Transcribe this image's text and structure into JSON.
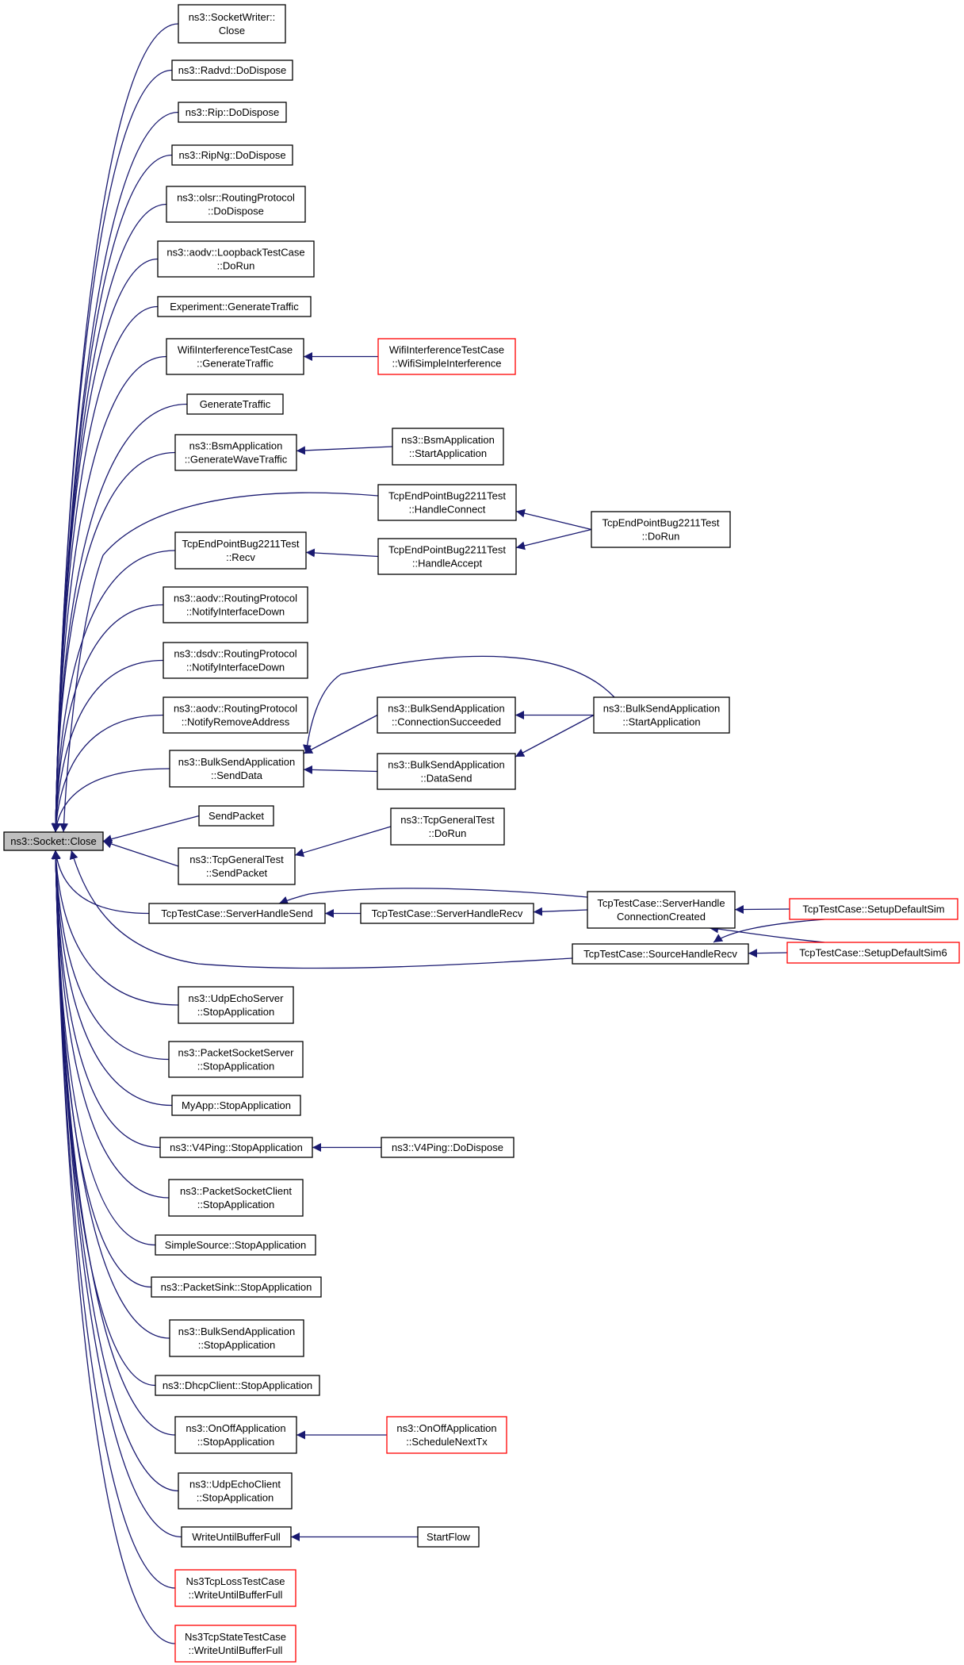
{
  "root": {
    "id": "root",
    "lines": [
      "ns3::Socket::Close"
    ],
    "style": "root"
  },
  "callers": [
    {
      "id": "n1",
      "lines": [
        "ns3::SocketWriter::",
        "Close"
      ]
    },
    {
      "id": "n2",
      "lines": [
        "ns3::Radvd::DoDispose"
      ]
    },
    {
      "id": "n3",
      "lines": [
        "ns3::Rip::DoDispose"
      ]
    },
    {
      "id": "n4",
      "lines": [
        "ns3::RipNg::DoDispose"
      ]
    },
    {
      "id": "n5",
      "lines": [
        "ns3::olsr::RoutingProtocol",
        "::DoDispose"
      ]
    },
    {
      "id": "n6",
      "lines": [
        "ns3::aodv::LoopbackTestCase",
        "::DoRun"
      ]
    },
    {
      "id": "n7",
      "lines": [
        "Experiment::GenerateTraffic"
      ]
    },
    {
      "id": "n8",
      "lines": [
        "WifiInterferenceTestCase",
        "::GenerateTraffic"
      ]
    },
    {
      "id": "n9",
      "lines": [
        "GenerateTraffic"
      ]
    },
    {
      "id": "n10",
      "lines": [
        "ns3::BsmApplication",
        "::GenerateWaveTraffic"
      ]
    },
    {
      "id": "n11",
      "lines": [
        "TcpEndPointBug2211Test",
        "::HandleConnect"
      ]
    },
    {
      "id": "n12",
      "lines": [
        "TcpEndPointBug2211Test",
        "::Recv"
      ]
    },
    {
      "id": "n13",
      "lines": [
        "ns3::aodv::RoutingProtocol",
        "::NotifyInterfaceDown"
      ]
    },
    {
      "id": "n14",
      "lines": [
        "ns3::dsdv::RoutingProtocol",
        "::NotifyInterfaceDown"
      ]
    },
    {
      "id": "n15",
      "lines": [
        "ns3::aodv::RoutingProtocol",
        "::NotifyRemoveAddress"
      ]
    },
    {
      "id": "n16",
      "lines": [
        "ns3::BulkSendApplication",
        "::SendData"
      ]
    },
    {
      "id": "n17",
      "lines": [
        "SendPacket"
      ]
    },
    {
      "id": "n18",
      "lines": [
        "ns3::TcpGeneralTest",
        "::SendPacket"
      ]
    },
    {
      "id": "n19",
      "lines": [
        "TcpTestCase::ServerHandleSend"
      ]
    },
    {
      "id": "n20",
      "lines": [
        "TcpTestCase::SourceHandleRecv"
      ]
    },
    {
      "id": "n21",
      "lines": [
        "ns3::UdpEchoServer",
        "::StopApplication"
      ]
    },
    {
      "id": "n22",
      "lines": [
        "ns3::PacketSocketServer",
        "::StopApplication"
      ]
    },
    {
      "id": "n23",
      "lines": [
        "MyApp::StopApplication"
      ]
    },
    {
      "id": "n24",
      "lines": [
        "ns3::V4Ping::StopApplication"
      ]
    },
    {
      "id": "n25",
      "lines": [
        "ns3::PacketSocketClient",
        "::StopApplication"
      ]
    },
    {
      "id": "n26",
      "lines": [
        "SimpleSource::StopApplication"
      ]
    },
    {
      "id": "n27",
      "lines": [
        "ns3::PacketSink::StopApplication"
      ]
    },
    {
      "id": "n28",
      "lines": [
        "ns3::BulkSendApplication",
        "::StopApplication"
      ]
    },
    {
      "id": "n29",
      "lines": [
        "ns3::DhcpClient::StopApplication"
      ]
    },
    {
      "id": "n30",
      "lines": [
        "ns3::OnOffApplication",
        "::StopApplication"
      ]
    },
    {
      "id": "n31",
      "lines": [
        "ns3::UdpEchoClient",
        "::StopApplication"
      ]
    },
    {
      "id": "n32",
      "lines": [
        "WriteUntilBufferFull"
      ]
    },
    {
      "id": "n33",
      "lines": [
        "Ns3TcpLossTestCase",
        "::WriteUntilBufferFull"
      ],
      "style": "red"
    },
    {
      "id": "n34",
      "lines": [
        "Ns3TcpStateTestCase",
        "::WriteUntilBufferFull"
      ],
      "style": "red"
    }
  ],
  "others": [
    {
      "id": "m1",
      "lines": [
        "WifiInterferenceTestCase",
        "::WifiSimpleInterference"
      ],
      "style": "red"
    },
    {
      "id": "m2",
      "lines": [
        "ns3::BsmApplication",
        "::StartApplication"
      ]
    },
    {
      "id": "m3",
      "lines": [
        "TcpEndPointBug2211Test",
        "::HandleAccept"
      ]
    },
    {
      "id": "m4",
      "lines": [
        "TcpEndPointBug2211Test",
        "::DoRun"
      ]
    },
    {
      "id": "m5",
      "lines": [
        "ns3::BulkSendApplication",
        "::ConnectionSucceeded"
      ]
    },
    {
      "id": "m6",
      "lines": [
        "ns3::BulkSendApplication",
        "::DataSend"
      ]
    },
    {
      "id": "m7",
      "lines": [
        "ns3::BulkSendApplication",
        "::StartApplication"
      ]
    },
    {
      "id": "m8",
      "lines": [
        "ns3::TcpGeneralTest",
        "::DoRun"
      ]
    },
    {
      "id": "m9",
      "lines": [
        "TcpTestCase::ServerHandleRecv"
      ]
    },
    {
      "id": "m10",
      "lines": [
        "TcpTestCase::ServerHandle",
        "ConnectionCreated"
      ]
    },
    {
      "id": "m11",
      "lines": [
        "TcpTestCase::SetupDefaultSim"
      ],
      "style": "red"
    },
    {
      "id": "m12",
      "lines": [
        "TcpTestCase::SetupDefaultSim6"
      ],
      "style": "red"
    },
    {
      "id": "m13",
      "lines": [
        "ns3::V4Ping::DoDispose"
      ]
    },
    {
      "id": "m14",
      "lines": [
        "ns3::OnOffApplication",
        "::ScheduleNextTx"
      ],
      "style": "red"
    },
    {
      "id": "m15",
      "lines": [
        "StartFlow"
      ]
    }
  ],
  "edges": [
    [
      "n1",
      "root"
    ],
    [
      "n2",
      "root"
    ],
    [
      "n3",
      "root"
    ],
    [
      "n4",
      "root"
    ],
    [
      "n5",
      "root"
    ],
    [
      "n6",
      "root"
    ],
    [
      "n7",
      "root"
    ],
    [
      "n8",
      "root"
    ],
    [
      "n9",
      "root"
    ],
    [
      "n10",
      "root"
    ],
    [
      "n11",
      "root"
    ],
    [
      "n12",
      "root"
    ],
    [
      "n13",
      "root"
    ],
    [
      "n14",
      "root"
    ],
    [
      "n15",
      "root"
    ],
    [
      "n16",
      "root"
    ],
    [
      "n17",
      "root"
    ],
    [
      "n18",
      "root"
    ],
    [
      "n19",
      "root"
    ],
    [
      "n20",
      "root"
    ],
    [
      "n21",
      "root"
    ],
    [
      "n22",
      "root"
    ],
    [
      "n23",
      "root"
    ],
    [
      "n24",
      "root"
    ],
    [
      "n25",
      "root"
    ],
    [
      "n26",
      "root"
    ],
    [
      "n27",
      "root"
    ],
    [
      "n28",
      "root"
    ],
    [
      "n29",
      "root"
    ],
    [
      "n30",
      "root"
    ],
    [
      "n31",
      "root"
    ],
    [
      "n32",
      "root"
    ],
    [
      "n33",
      "root"
    ],
    [
      "n34",
      "root"
    ],
    [
      "m1",
      "n8"
    ],
    [
      "m2",
      "n10"
    ],
    [
      "m3",
      "n12"
    ],
    [
      "m4",
      "n11"
    ],
    [
      "m4",
      "m3"
    ],
    [
      "m5",
      "n16"
    ],
    [
      "m6",
      "n16"
    ],
    [
      "m7",
      "n16"
    ],
    [
      "m7",
      "m5"
    ],
    [
      "m7",
      "m6"
    ],
    [
      "m8",
      "n18"
    ],
    [
      "m9",
      "n19"
    ],
    [
      "m10",
      "n19"
    ],
    [
      "m10",
      "m9"
    ],
    [
      "m11",
      "m10"
    ],
    [
      "m12",
      "m10"
    ],
    [
      "m11",
      "n20"
    ],
    [
      "m12",
      "n20"
    ],
    [
      "m13",
      "n24"
    ],
    [
      "m14",
      "n30"
    ],
    [
      "m15",
      "n32"
    ]
  ]
}
